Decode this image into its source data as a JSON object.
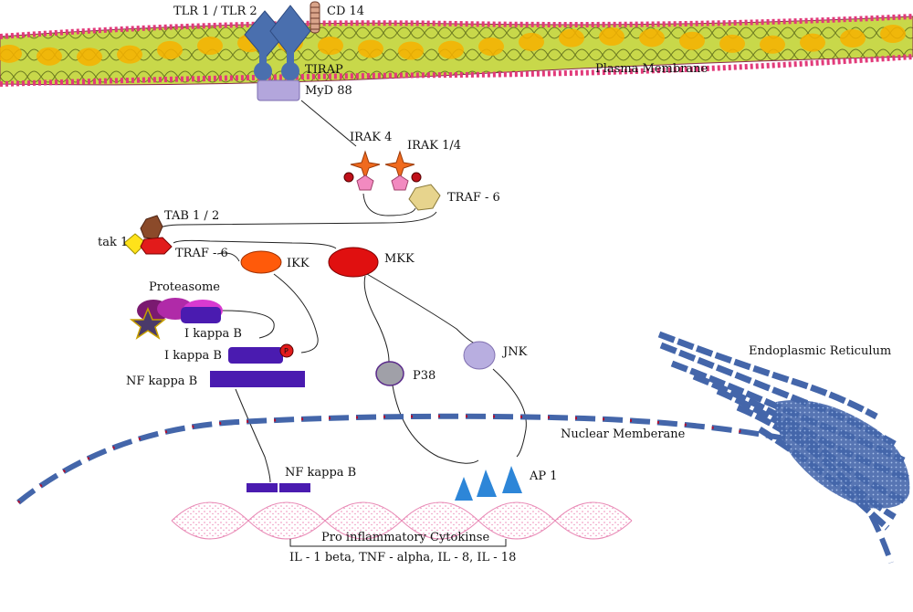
{
  "labels": {
    "tlr": "TLR 1 / TLR 2",
    "cd14": "CD 14",
    "tirap": "TIRAP",
    "myd88": "MyD 88",
    "plasma_membrane": "Plasma Membrane",
    "irak4": "IRAK  4",
    "irak14": "IRAK  1/4",
    "traf6_top": "TRAF - 6",
    "tab12": "TAB 1 / 2",
    "tak1": "tak 1",
    "traf6_left": "TRAF - 6",
    "ikk": "IKK",
    "mkk": "MKK",
    "proteasome": "Proteasome",
    "ikappab_top": "I kappa B",
    "ikappab_mid": "I kappa B",
    "nfkappab_cyto": "NF kappa B",
    "jnk": "JNK",
    "p38": "P38",
    "endoplasmic": "Endoplasmic Reticulum",
    "nuclear_membrane": "Nuclear Memberane",
    "nfkappab_nuc": "NF kappa B",
    "ap1": "AP 1",
    "cytokines": "Pro inflammatory Cytokinse",
    "cytokine_list": "IL - 1 beta, TNF - alpha, IL - 8, IL - 18"
  },
  "phospho_mark": "P",
  "colors": {
    "membrane_yellow": "#c8d84a",
    "membrane_orange": "#f7b200",
    "membrane_pink": "#e23a7a",
    "tlr_blue": "#4a6fae",
    "myd88_lavender": "#b3a6dc",
    "irak_orange": "#f06a1e",
    "irak_pink": "#f28ac0",
    "traf6_tan": "#e7d48d",
    "tab_brown": "#8b4a2a",
    "tak_yellow": "#ffe21a",
    "traf_red": "#e21b1b",
    "ikk_orange": "#ff5a0a",
    "mkk_red": "#e01010",
    "proteasome_purple": "#b02aa8",
    "ikappab_indigo": "#4a1bb0",
    "jnk_lavender": "#b8aee0",
    "p38_gray": "#a0a0a8",
    "ap1_blue": "#2d86d8",
    "nuclear_membrane": "#4466aa",
    "dna_pink": "#f2a3c6"
  }
}
